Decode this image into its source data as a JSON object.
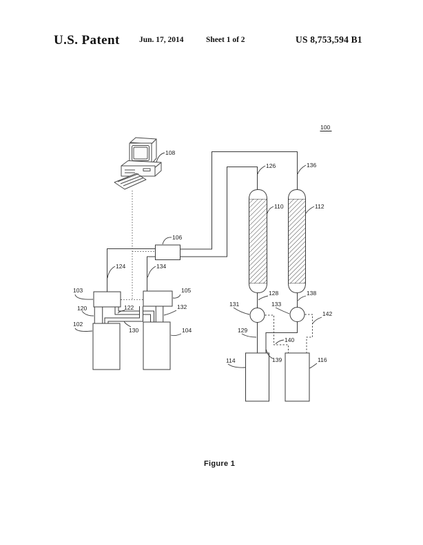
{
  "header": {
    "title": "U.S. Patent",
    "date": "Jun. 17, 2014",
    "sheet": "Sheet 1 of 2",
    "patent_number": "US 8,753,594 B1"
  },
  "figure": {
    "caption": "Figure 1",
    "diagram_number": "100",
    "labels": {
      "l100": "100",
      "l102": "102",
      "l103": "103",
      "l104": "104",
      "l105": "105",
      "l106": "106",
      "l108": "108",
      "l110": "110",
      "l112": "112",
      "l114": "114",
      "l116": "116",
      "l120": "120",
      "l122": "122",
      "l124": "124",
      "l126": "126",
      "l128": "128",
      "l129": "129",
      "l130": "130",
      "l131": "131",
      "l132": "132",
      "l133": "133",
      "l134": "134",
      "l136": "136",
      "l138": "138",
      "l139": "139",
      "l140": "140",
      "l142": "142"
    },
    "line_color": "#3a3a3a",
    "background_color": "#ffffff"
  }
}
